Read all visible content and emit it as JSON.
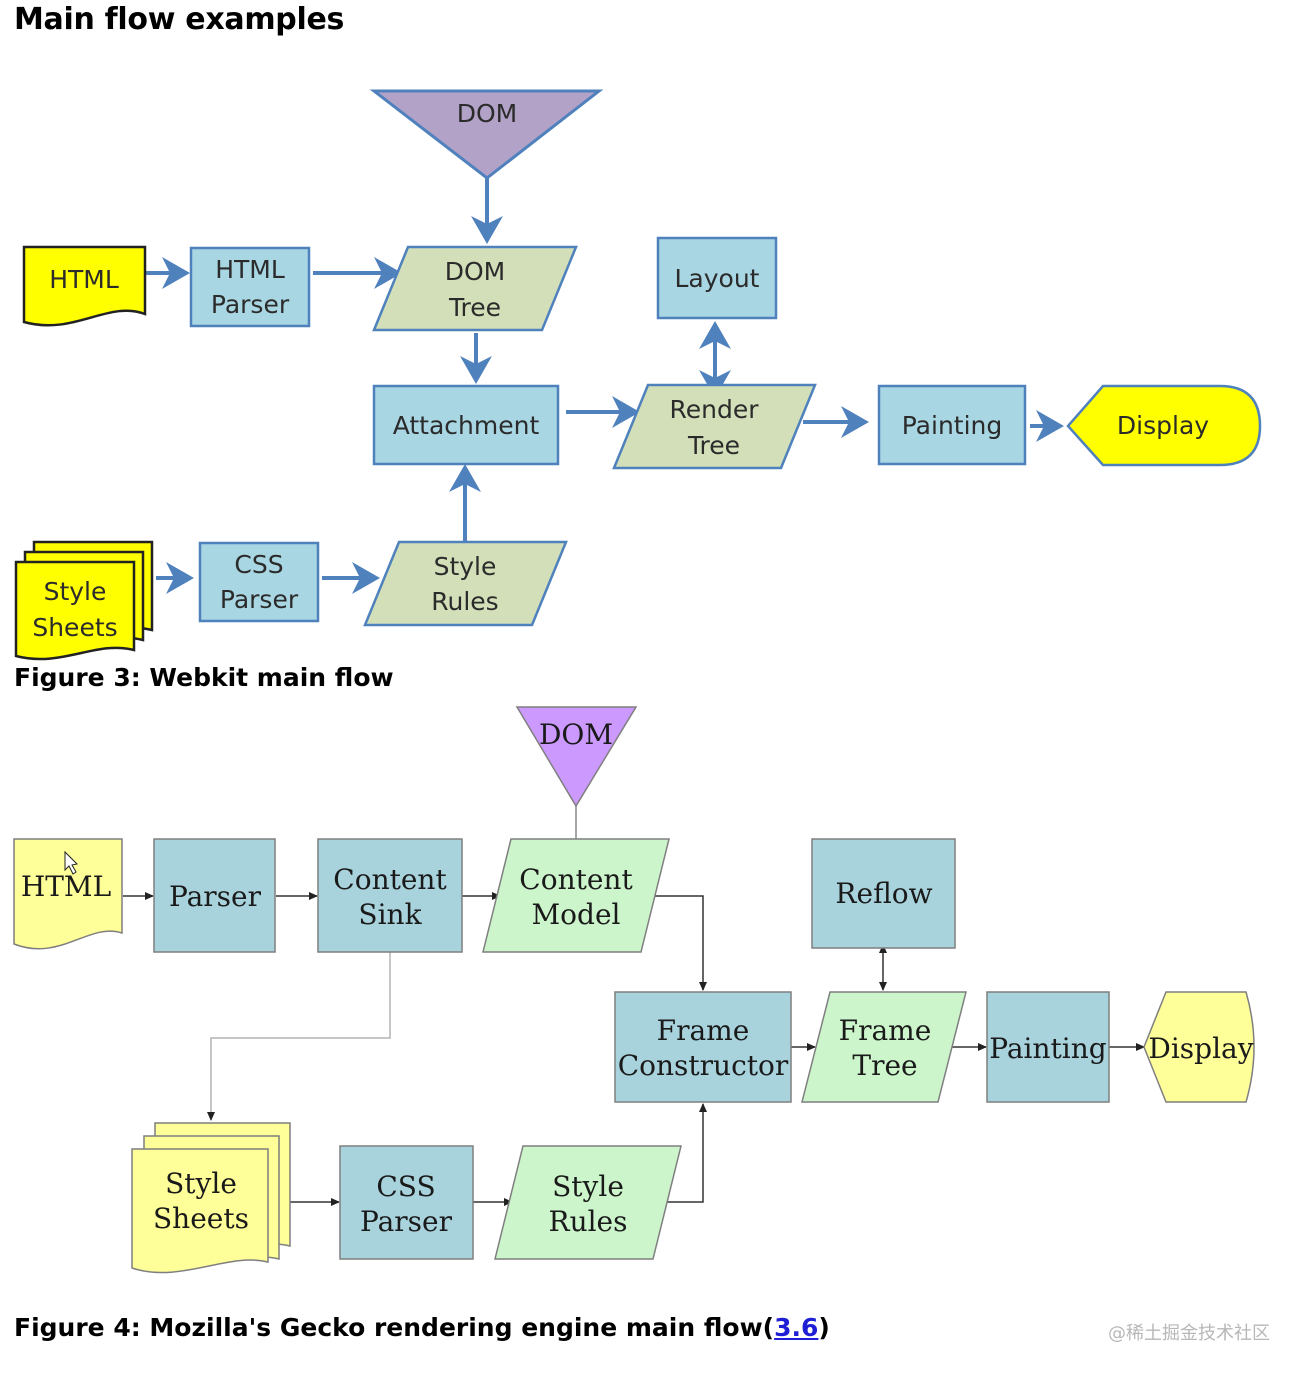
{
  "heading": "Main flow examples",
  "figure3": {
    "caption": "Figure 3: Webkit main flow",
    "nodes": {
      "dom": "DOM",
      "html": "HTML",
      "html_parser": [
        "HTML",
        "Parser"
      ],
      "dom_tree": [
        "DOM",
        "Tree"
      ],
      "layout": "Layout",
      "attachment": "Attachment",
      "render_tree": [
        "Render",
        "Tree"
      ],
      "painting": "Painting",
      "display": "Display",
      "style_sheets": [
        "Style",
        "Sheets"
      ],
      "css_parser": [
        "CSS",
        "Parser"
      ],
      "style_rules": [
        "Style",
        "Rules"
      ]
    },
    "colors": {
      "process": "#a9d6e3",
      "data": "#d2dfb8",
      "document": "#ffff00",
      "dom": "#b3a2c8",
      "stroke": "#4f81bd",
      "arrow": "#4f81bd"
    }
  },
  "figure4": {
    "caption_prefix": "Figure 4: Mozilla's Gecko rendering engine main flow(",
    "caption_link": "3.6",
    "caption_suffix": ")",
    "nodes": {
      "dom": "DOM",
      "html": "HTML",
      "parser": "Parser",
      "content_sink": [
        "Content",
        "Sink"
      ],
      "content_model": [
        "Content",
        "Model"
      ],
      "reflow": "Reflow",
      "frame_constructor": [
        "Frame",
        "Constructor"
      ],
      "frame_tree": [
        "Frame",
        "Tree"
      ],
      "painting": "Painting",
      "display": "Display",
      "style_sheets": [
        "Style",
        "Sheets"
      ],
      "css_parser": [
        "CSS",
        "Parser"
      ],
      "style_rules": [
        "Style",
        "Rules"
      ]
    },
    "colors": {
      "process": "#a8d3dd",
      "data": "#ccf5cc",
      "document": "#ffff99",
      "dom": "#cc99ff",
      "stroke": "#7f7f7f",
      "arrow": "#333333",
      "connector": "#b3b3b3"
    }
  },
  "watermark": "@稀土掘金技术社区"
}
